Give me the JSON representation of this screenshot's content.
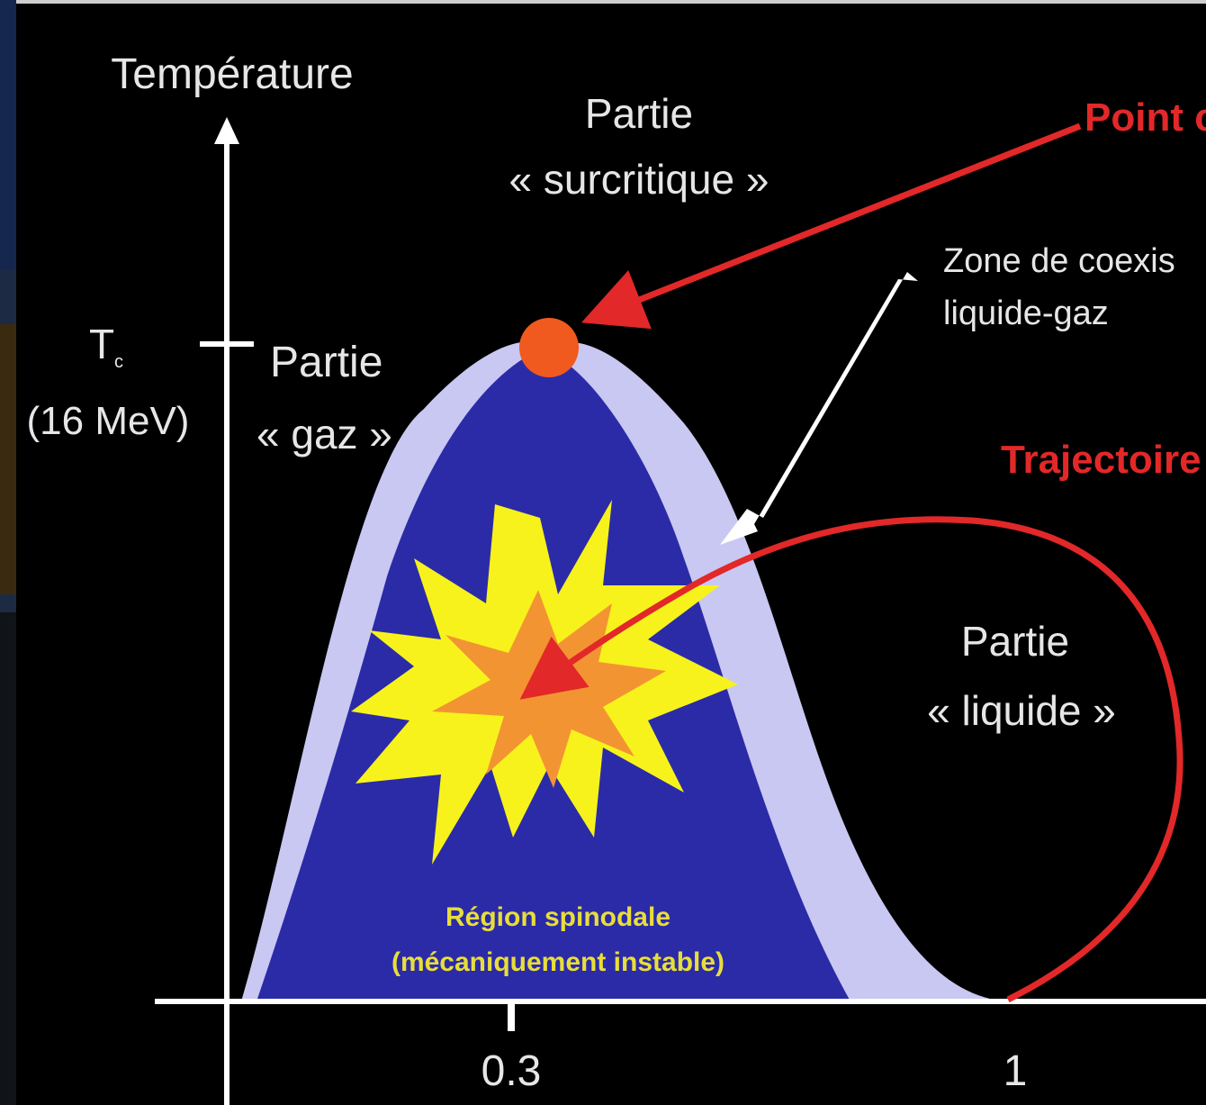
{
  "diagram": {
    "axis_title_y": "Température",
    "tc_label": "T",
    "tc_subscript": "c",
    "tc_value": "(16 MeV)",
    "tick_x1": "0.3",
    "tick_x2": "1",
    "supercritical": {
      "line1": "Partie",
      "line2": "« surcritique »"
    },
    "gas": {
      "line1": "Partie",
      "line2": "« gaz »"
    },
    "liquid": {
      "line1": "Partie",
      "line2": "« liquide »"
    },
    "critical_point": "Point c",
    "coexistence": {
      "line1": "Zone de coexis",
      "line2": "liquide-gaz"
    },
    "trajectory": "Trajectoire",
    "spinodal": {
      "line1": "Région spinodale",
      "line2": "(mécaniquement instable)"
    }
  },
  "colors": {
    "background": "#000000",
    "coexistence_zone": "#c8c8f2",
    "spinodal_region": "#2b2ba8",
    "critical_point": "#f05a1e",
    "trajectory": "#e22828",
    "explosion_outer": "#f7f21c",
    "explosion_inner": "#f39433",
    "spinodal_text": "#e8de3a"
  }
}
